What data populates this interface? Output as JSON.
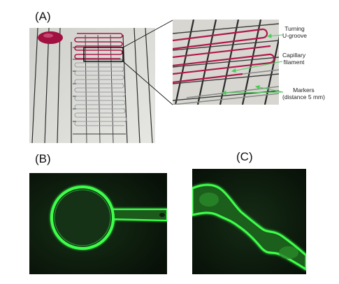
{
  "panels": {
    "a": {
      "label": "(A)"
    },
    "b": {
      "label": "(B)"
    },
    "c": {
      "label": "(C)"
    }
  },
  "callouts": {
    "turning": {
      "line1": "Turning",
      "line2": "U-groove"
    },
    "capillary": {
      "line1": "Capillary",
      "line2": "filament"
    },
    "markers": {
      "line1": "Markers",
      "line2": "(distance 5 mm)"
    }
  },
  "colors": {
    "filament": "#b0184a",
    "fluorescence": "#3dff4a",
    "callout_arrow": "#4ccc5a",
    "grid_line": "#2a2a2a"
  }
}
